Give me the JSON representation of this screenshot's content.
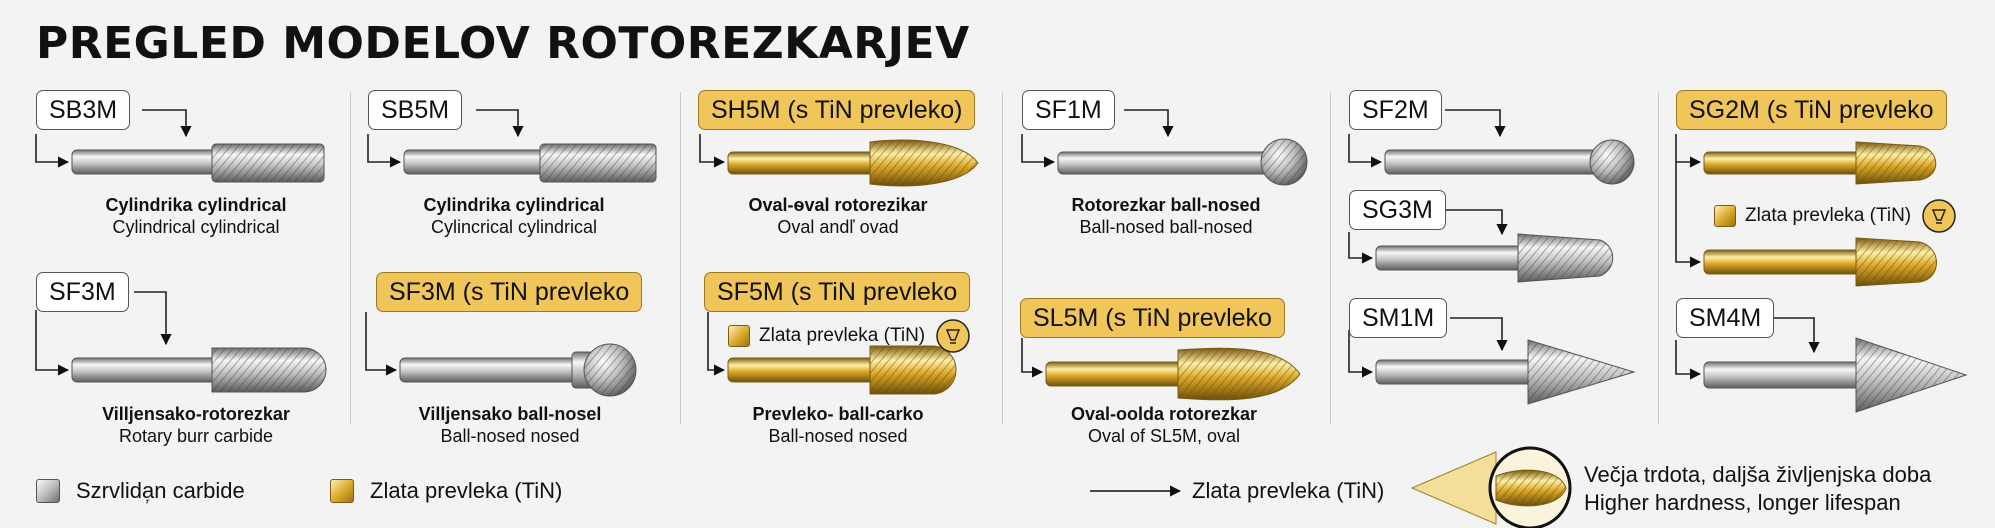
{
  "title": "PREGLED MODELOV ROTOREZKARJEV",
  "colors": {
    "gold_label": "#f0c55a",
    "steel": "#b8b8b8",
    "gold": "#d9a628",
    "background": "#f3f3f3"
  },
  "models": {
    "sb3m": {
      "code": "SB3M",
      "caption_bold": "Cylindrika cylindrical",
      "caption": "Cylindrical cylindrical"
    },
    "sf3m_a": {
      "code": "SF3M",
      "caption_bold": "Villjensako-rotorezkar",
      "caption": "Rotary burr carbide"
    },
    "sb5m": {
      "code": "SB5M",
      "caption_bold": "Cylindrika cylindrical",
      "caption": "Cylincrical cylindrical"
    },
    "sf3m_b": {
      "code": "SF3M (s TiN prevleko",
      "caption_bold": "Villjensako ball-nosel",
      "caption": "Ball-nosed nosed"
    },
    "sh5m": {
      "code": "SH5M (s TiN prevleko)",
      "caption_bold": "Oval-ѳval rotorezikar",
      "caption": "Oval andľ ovad"
    },
    "sf5m": {
      "code": "SF5M (s TiN prevleko",
      "caption_bold": "Prevleko- ball-carko",
      "caption": "Ball-nosed nosed",
      "note": "Zlata prevleka (TiN)"
    },
    "sf1m": {
      "code": "SF1M",
      "caption_bold": "Rotorezkar ball-nosed",
      "caption": "Ball-nosed ball-nosed"
    },
    "sl5m": {
      "code": "SL5M (s TiN prevleko",
      "caption_bold": "Oval-oolda rotorezkar",
      "caption": "Oval of SL5M, oval"
    },
    "sf2m": {
      "code": "SF2M"
    },
    "sg3m": {
      "code": "SG3M"
    },
    "sm1m": {
      "code": "SM1M"
    },
    "sg2m": {
      "code": "SG2M (s TiN prevleko",
      "note": "Zlata prevleka (TiN)"
    },
    "sm4m": {
      "code": "SM4M"
    }
  },
  "legend": {
    "carbide": "Szrvlida᷊n carbide",
    "tin": "Zlata prevleka (TiN)",
    "arrow_label": "Zlata prevleka (TiN)",
    "benefit_sl": "Večja trdota, daljša življenjska doba",
    "benefit_en": "Higher hardness, longer lifespan"
  },
  "icons": {
    "badge": "bulb-badge-icon",
    "carbide_swatch": "steel-swatch-icon",
    "tin_swatch": "gold-swatch-icon"
  }
}
